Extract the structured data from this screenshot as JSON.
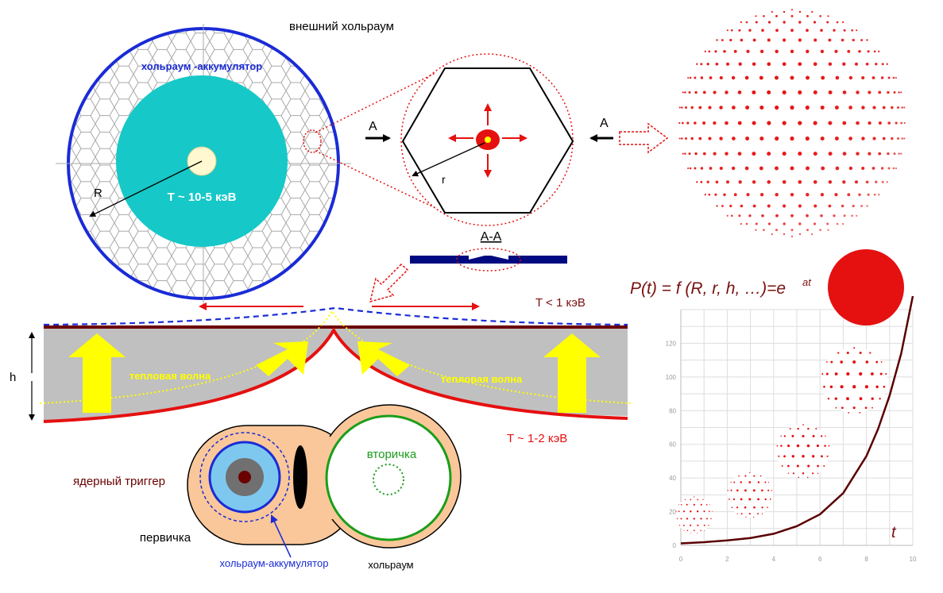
{
  "labels": {
    "outer_hohlraum": "внешний хольраум",
    "accumulator_hohlraum": "хольраум -аккумулятор",
    "radius_R": "R",
    "core_temp": "T ~ 10-5 кэВ",
    "arrow_A_left": "A",
    "arrow_A_right": "A",
    "radius_r": "r",
    "section_AA": "A-A",
    "formula_main": "P(t) = f (R, r, h, …)=e",
    "formula_exp": "at",
    "temp_low": "T < 1 кэВ",
    "height_h": "h",
    "thermal_wave_left": "тепловая волна",
    "thermal_wave_right": "тепловая волна",
    "temp_shell": "T ~ 1-2 кэВ",
    "nuclear_trigger": "ядерный триггер",
    "secondary": "вторичка",
    "primary": "первичка",
    "accumulator_hohlraum_bottom": "хольраум-аккумулятор",
    "hohlraum": "хольраум",
    "time_t": "t"
  },
  "colors": {
    "outer_ring": "#1a2bd6",
    "core": "#16c8c8",
    "dots": "#e51010",
    "arrow_red": "#e51010",
    "yellow_arrow": "#ffff00",
    "gray_band": "#c0c0c0",
    "dark_red_line": "#6a0000",
    "navy": "#000a80",
    "orange_body": "#fac79a",
    "green_ring": "#1a9e1a",
    "curve": "#5a0000"
  },
  "chart_data": {
    "type": "line",
    "x_ticks": [
      "0",
      "2",
      "4",
      "6",
      "8",
      "10"
    ],
    "y_ticks": [
      "0",
      "20",
      "40",
      "60",
      "80",
      "100",
      "120"
    ],
    "xlim": [
      0,
      10
    ],
    "ylim": [
      0,
      140
    ],
    "grid": true,
    "xlabel": "t",
    "series": [
      {
        "x": [
          0,
          1,
          2,
          3,
          4,
          5,
          6,
          7,
          8,
          8.5,
          9,
          9.5,
          10
        ],
        "y": [
          1.2,
          1.9,
          2.9,
          4.4,
          6.9,
          11.4,
          18.5,
          31,
          53,
          69,
          89,
          114,
          148
        ]
      }
    ],
    "markers": [
      {
        "x": 0.3,
        "y": 18,
        "size": 0.9
      },
      {
        "x": 2.7,
        "y": 30,
        "size": 1.1
      },
      {
        "x": 5.0,
        "y": 56,
        "size": 1.3
      },
      {
        "x": 7.2,
        "y": 98,
        "size": 1.6
      }
    ]
  }
}
